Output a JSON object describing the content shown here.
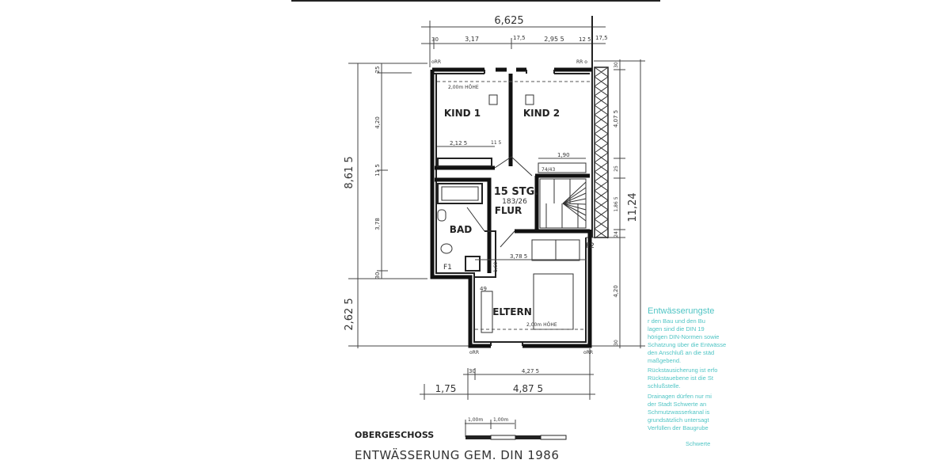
{
  "plan": {
    "rooms": {
      "kind1": "KIND 1",
      "kind2": "KIND 2",
      "stairs": "15 STG.",
      "stairs_ratio": "183/26",
      "flur": "FLUR",
      "bad": "BAD",
      "eltern": "ELTERN",
      "f1": "F1",
      "f2": "F2"
    },
    "annotations": {
      "height_kind1": "2,00m HÖHE",
      "height_eltern": "2,00m HÖHE",
      "rr_top_left": "oRR",
      "rr_top_right": "RR o",
      "rr_bottom_left": "oRR",
      "rr_bottom_right": "oRR",
      "window_small": "74/43"
    },
    "dimensions": {
      "top_total": "6,625",
      "top_chain": [
        "30",
        "3,17",
        "17,5",
        "2,95 5",
        "12 5",
        "17,5"
      ],
      "left_total_upper": "8,61 5",
      "left_total_lower": "2,62 5",
      "left_chain": [
        "25",
        "4,20",
        "11 5",
        "3,78",
        "30"
      ],
      "right_total": "11,24",
      "right_chain": [
        "30",
        "4,07 5",
        "25",
        "1,86 5",
        "24",
        "4,20",
        "30"
      ],
      "bottom_chain": [
        "30",
        "4,27 5"
      ],
      "bottom_total_left": "1,75",
      "bottom_total_right": "4,87 5",
      "interior": [
        "2,12 5",
        "11 5",
        "1,90",
        "3,78 5",
        "1,60",
        "49"
      ]
    },
    "scale_bar": {
      "segment_1": "1,00m",
      "segment_2": "1,00m"
    },
    "title": {
      "floor": "OBERGESCHOSS",
      "subtitle": "ENTWÄSSERUNG GEM. DIN 1986"
    },
    "stamp": {
      "color": "#4fc4c4",
      "heading": "Entwässerungste",
      "lines": [
        "r den Bau und den Bu",
        "lagen sind die DIN 19",
        "hörigen DIN-Normen sowie",
        "Schatzung über die Entwässe",
        "den Anschluß an die städ",
        "maßgebend.",
        "Rückstausicherung ist erfo",
        "Rückstauebene ist die St",
        "schlußstelle.",
        "Drainagen dürfen nur mi",
        "der Stadt Schwerte an",
        "Schmutzwasserkanal is",
        "grundsätzlich untersagt",
        "Verfüllen der Baugrube",
        "Schwerte"
      ]
    }
  }
}
